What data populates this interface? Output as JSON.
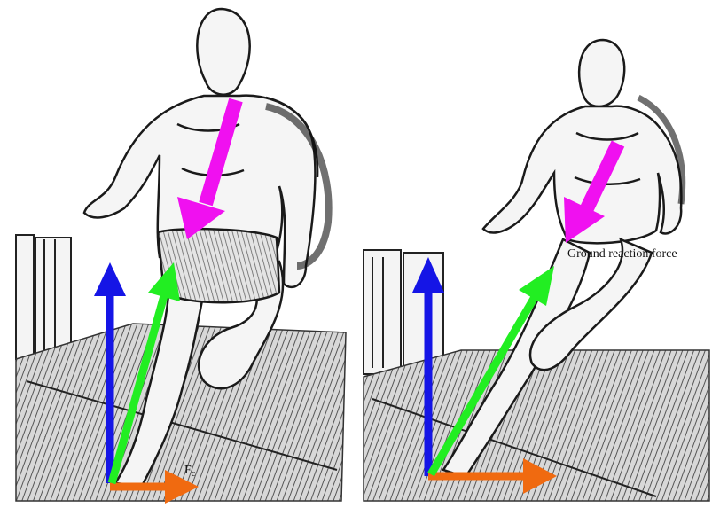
{
  "panels": [
    {
      "label_fc": "F",
      "label_fc_sub": "c"
    },
    {
      "label_grf": "Ground reaction force"
    }
  ],
  "colors": {
    "vertical_force": "#1515e6",
    "resultant_force": "#22ee22",
    "horizontal_force": "#f06a10",
    "body_force": "#f010f0",
    "ink": "#1a1a1a",
    "floor": "#9a9a9a"
  },
  "icons": [
    "blue-arrow-icon",
    "green-arrow-icon",
    "orange-arrow-icon",
    "magenta-arrow-icon"
  ]
}
